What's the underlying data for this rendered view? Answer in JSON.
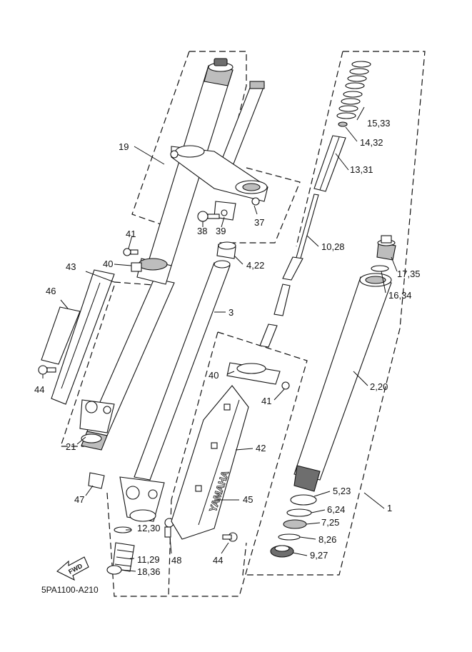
{
  "diagram": {
    "drawing_code": "5PA1100-A210",
    "fwd_label": "FWD",
    "brand_mark": "YAMAHA",
    "labels": {
      "p1": "1",
      "p2_20": "2,20",
      "p3": "3",
      "p4_22": "4,22",
      "p5_23": "5,23",
      "p6_24": "6,24",
      "p7_25": "7,25",
      "p8_26": "8,26",
      "p9_27": "9,27",
      "p10_28": "10,28",
      "p11_29": "11,29",
      "p12_30": "12,30",
      "p13_31": "13,31",
      "p14_32": "14,32",
      "p15_33": "15,33",
      "p16_34": "16,34",
      "p17_35": "17,35",
      "p18_36": "18,36",
      "p19": "19",
      "p21": "21",
      "p37": "37",
      "p38": "38",
      "p39": "39",
      "p40_upper": "40",
      "p40_lower": "40",
      "p41_upper": "41",
      "p41_lower": "41",
      "p42": "42",
      "p43": "43",
      "p44_left": "44",
      "p44_right": "44",
      "p45": "45",
      "p46": "46",
      "p47": "47",
      "p48": "48"
    }
  }
}
